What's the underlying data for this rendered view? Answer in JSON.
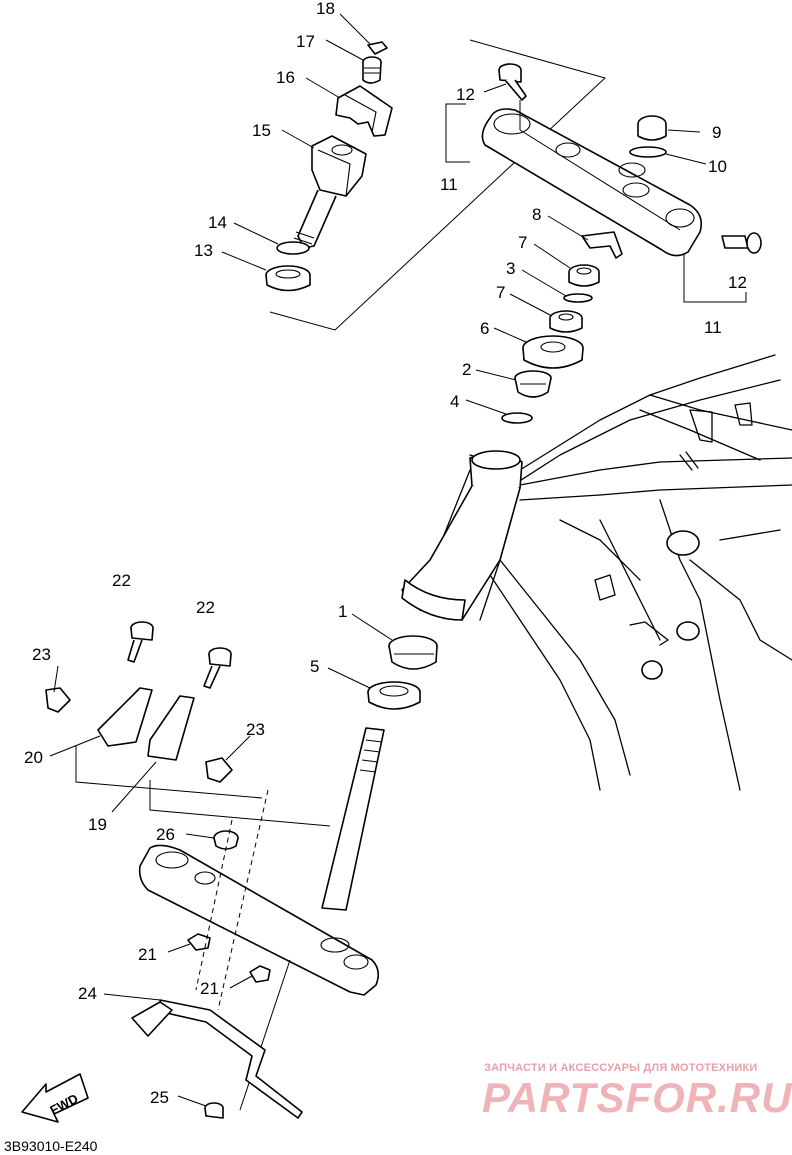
{
  "diagram_code": "3B93010-E240",
  "watermark": {
    "tagline": "ЗАПЧАСТИ И АКСЕССУАРЫ ДЛЯ МОТОТЕХНИКИ",
    "logo": "PARTSFOR.RU"
  },
  "fwd_label": "FWD",
  "callouts": [
    {
      "id": "c18a",
      "text": "18"
    },
    {
      "id": "c17a",
      "text": "17"
    },
    {
      "id": "c16a",
      "text": "16"
    },
    {
      "id": "c15a",
      "text": "15"
    },
    {
      "id": "c14a",
      "text": "14"
    },
    {
      "id": "c13a",
      "text": "13"
    },
    {
      "id": "c12a",
      "text": "12"
    },
    {
      "id": "c11a",
      "text": "11"
    },
    {
      "id": "c9a",
      "text": "9"
    },
    {
      "id": "c10a",
      "text": "10"
    },
    {
      "id": "c8a",
      "text": "8"
    },
    {
      "id": "c7a",
      "text": "7"
    },
    {
      "id": "c3a",
      "text": "3"
    },
    {
      "id": "c7b",
      "text": "7"
    },
    {
      "id": "c12b",
      "text": "12"
    },
    {
      "id": "c11b",
      "text": "11"
    },
    {
      "id": "c6a",
      "text": "6"
    },
    {
      "id": "c2a",
      "text": "2"
    },
    {
      "id": "c4a",
      "text": "4"
    },
    {
      "id": "c22a",
      "text": "22"
    },
    {
      "id": "c22b",
      "text": "22"
    },
    {
      "id": "c23a",
      "text": "23"
    },
    {
      "id": "c23b",
      "text": "23"
    },
    {
      "id": "c20a",
      "text": "20"
    },
    {
      "id": "c19a",
      "text": "19"
    },
    {
      "id": "c1a",
      "text": "1"
    },
    {
      "id": "c5a",
      "text": "5"
    },
    {
      "id": "c26a",
      "text": "26"
    },
    {
      "id": "c21a",
      "text": "21"
    },
    {
      "id": "c21b",
      "text": "21"
    },
    {
      "id": "c24a",
      "text": "24"
    },
    {
      "id": "c25a",
      "text": "25"
    }
  ]
}
